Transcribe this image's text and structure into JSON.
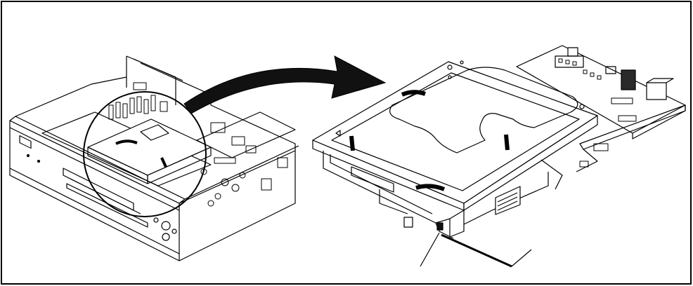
{
  "figure": {
    "description_labels": [],
    "colors": {
      "line": "#000000",
      "background": "#ffffff",
      "dark_fill": "#111111",
      "mid_fill": "#2a2a2a"
    },
    "parts": {
      "unit_view": "full-unit-illustration",
      "callout": "magnifying-circle",
      "arrow": "curved-pointer-arrow",
      "detail_view": "enlarged-drive-mechanism",
      "tool": "screwdriver-tool"
    }
  }
}
